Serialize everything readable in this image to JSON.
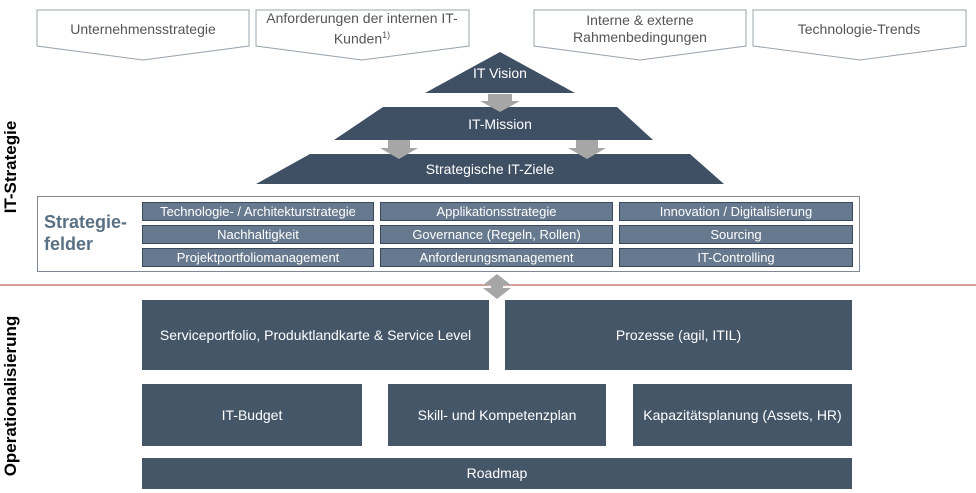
{
  "inputs": [
    {
      "label": "Unternehmensstrategie",
      "sup": ""
    },
    {
      "label": "Anforderungen  der internen IT-Kunden",
      "sup": "1)"
    },
    {
      "label": "Interne  & externe Rahmenbedingungen",
      "sup": ""
    },
    {
      "label": "Technologie-Trends",
      "sup": ""
    }
  ],
  "side_labels": {
    "strategy": "IT-Strategie",
    "operational": "Operationalisierung"
  },
  "pyramid": {
    "vision": "IT Vision",
    "mission": "IT-Mission",
    "goals": "Strategische IT-Ziele"
  },
  "strategy_fields": {
    "title": "Strategie-felder",
    "rows": [
      [
        "Technologie- / Architekturstrategie",
        "Applikationsstrategie",
        "Innovation  / Digitalisierung"
      ],
      [
        "Nachhaltigkeit",
        "Governance (Regeln, Rollen)",
        "Sourcing"
      ],
      [
        "Projektportfoliomanagement",
        "Anforderungsmanagement",
        "IT-Controlling"
      ]
    ]
  },
  "operational": {
    "service_portfolio": "Serviceportfolio, Produktlandkarte  & Service Level",
    "processes": "Prozesse (agil, ITIL)",
    "budget": "IT-Budget",
    "skills": "Skill- und Kompetenzplan",
    "capacity": "Kapazitätsplanung (Assets, HR)",
    "roadmap": "Roadmap"
  },
  "colors": {
    "dark_box": "#465669",
    "field_cell": "#67798e",
    "pyramid": "#3f4f64",
    "arrow": "#a6a6a6",
    "divider": "#b23b3b",
    "title_accent": "#5a7185"
  }
}
